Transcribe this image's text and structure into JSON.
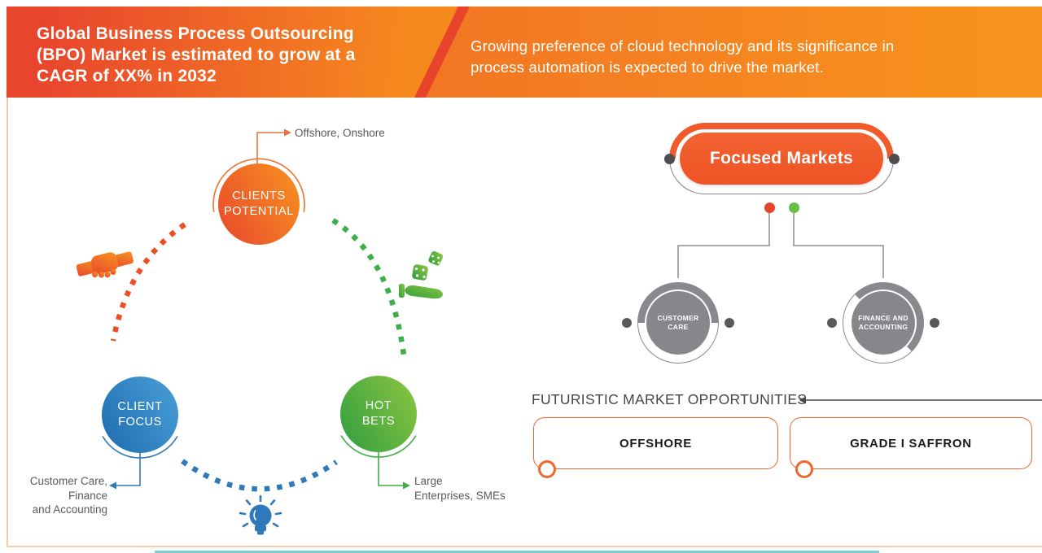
{
  "header": {
    "title_lines": [
      "Global Business Process Outsourcing",
      "(BPO) Market is estimated to grow at a",
      "CAGR of XX% in 2032"
    ],
    "subtitle_lines": [
      "Growing preference of cloud technology and its significance in",
      "process automation is expected to drive the market."
    ]
  },
  "cycle": {
    "clients_potential": {
      "line1": "CLIENTS",
      "line2": "POTENTIAL",
      "callout": "Offshore, Onshore"
    },
    "client_focus": {
      "line1": "CLIENT",
      "line2": "FOCUS",
      "callout_lines": [
        "Customer Care,",
        "Finance",
        "and Accounting"
      ]
    },
    "hot_bets": {
      "line1": "HOT",
      "line2": "BETS",
      "callout_lines": [
        "Large",
        "Enterprises, SMEs"
      ]
    },
    "icons": [
      "handshake-icon",
      "dice-hand-icon",
      "lightbulb-icon"
    ]
  },
  "focused_markets": {
    "title": "Focused Markets",
    "children": [
      {
        "label": "CUSTOMER CARE"
      },
      {
        "label_lines": [
          "FINANCE AND",
          "ACCOUNTING"
        ]
      }
    ]
  },
  "opportunities": {
    "title": "FUTURISTIC MARKET OPPORTUNITIES",
    "boxes": [
      {
        "label": "OFFSHORE"
      },
      {
        "label": "GRADE I SAFFRON"
      }
    ]
  },
  "colors": {
    "accent_orange": "#f15b2b",
    "header_red": "#e8442c",
    "header_orange": "#f7941e",
    "blue": "#2e79b9",
    "green": "#3fae49",
    "gray_node": "#85878a",
    "text_gray": "#58595b",
    "border_peach": "#f7cba4",
    "teal_line": "#7fcfcb"
  }
}
